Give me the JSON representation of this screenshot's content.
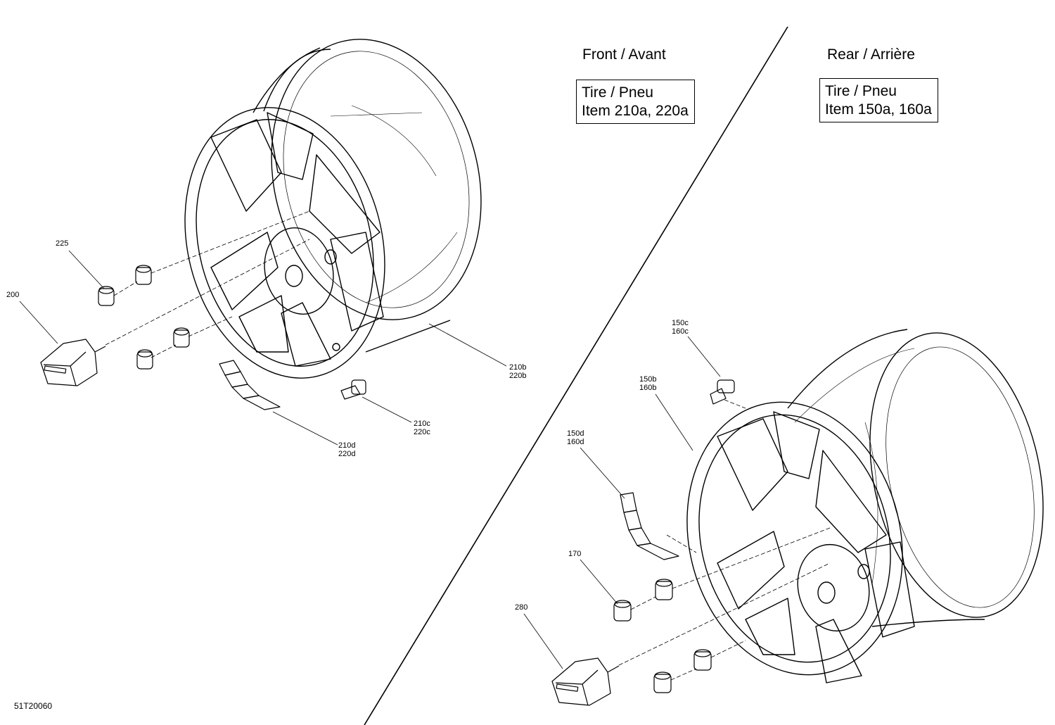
{
  "front": {
    "title": "Front / Avant",
    "box_line1": "Tire / Pneu",
    "box_line2": "Item 210a, 220a"
  },
  "rear": {
    "title": "Rear / Arrière",
    "box_line1": "Tire / Pneu",
    "box_line2": "Item 150a, 160a"
  },
  "labels": {
    "l225": "225",
    "l200": "200",
    "l210b": "210b",
    "l220b": "220b",
    "l210c": "210c",
    "l220c": "220c",
    "l210d": "210d",
    "l220d": "220d",
    "l150c": "150c",
    "l160c": "160c",
    "l150b": "150b",
    "l160b": "160b",
    "l150d": "150d",
    "l160d": "160d",
    "l170": "170",
    "l280": "280"
  },
  "drawing_code": "51T20060"
}
